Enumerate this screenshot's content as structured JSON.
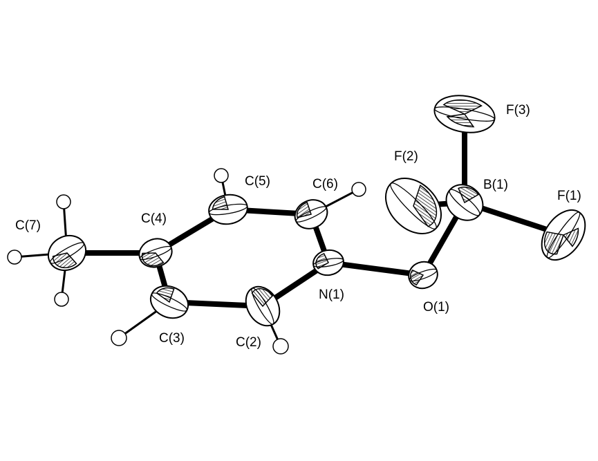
{
  "labels": {
    "c7": "C(7)",
    "c4": "C(4)",
    "c5": "C(5)",
    "c6": "C(6)",
    "c3": "C(3)",
    "c2": "C(2)",
    "n1": "N(1)",
    "o1": "O(1)",
    "b1": "B(1)",
    "f1": "F(1)",
    "f2": "F(2)",
    "f3": "F(3)"
  },
  "colors": {
    "ink": "#000000",
    "background": "#ffffff"
  }
}
